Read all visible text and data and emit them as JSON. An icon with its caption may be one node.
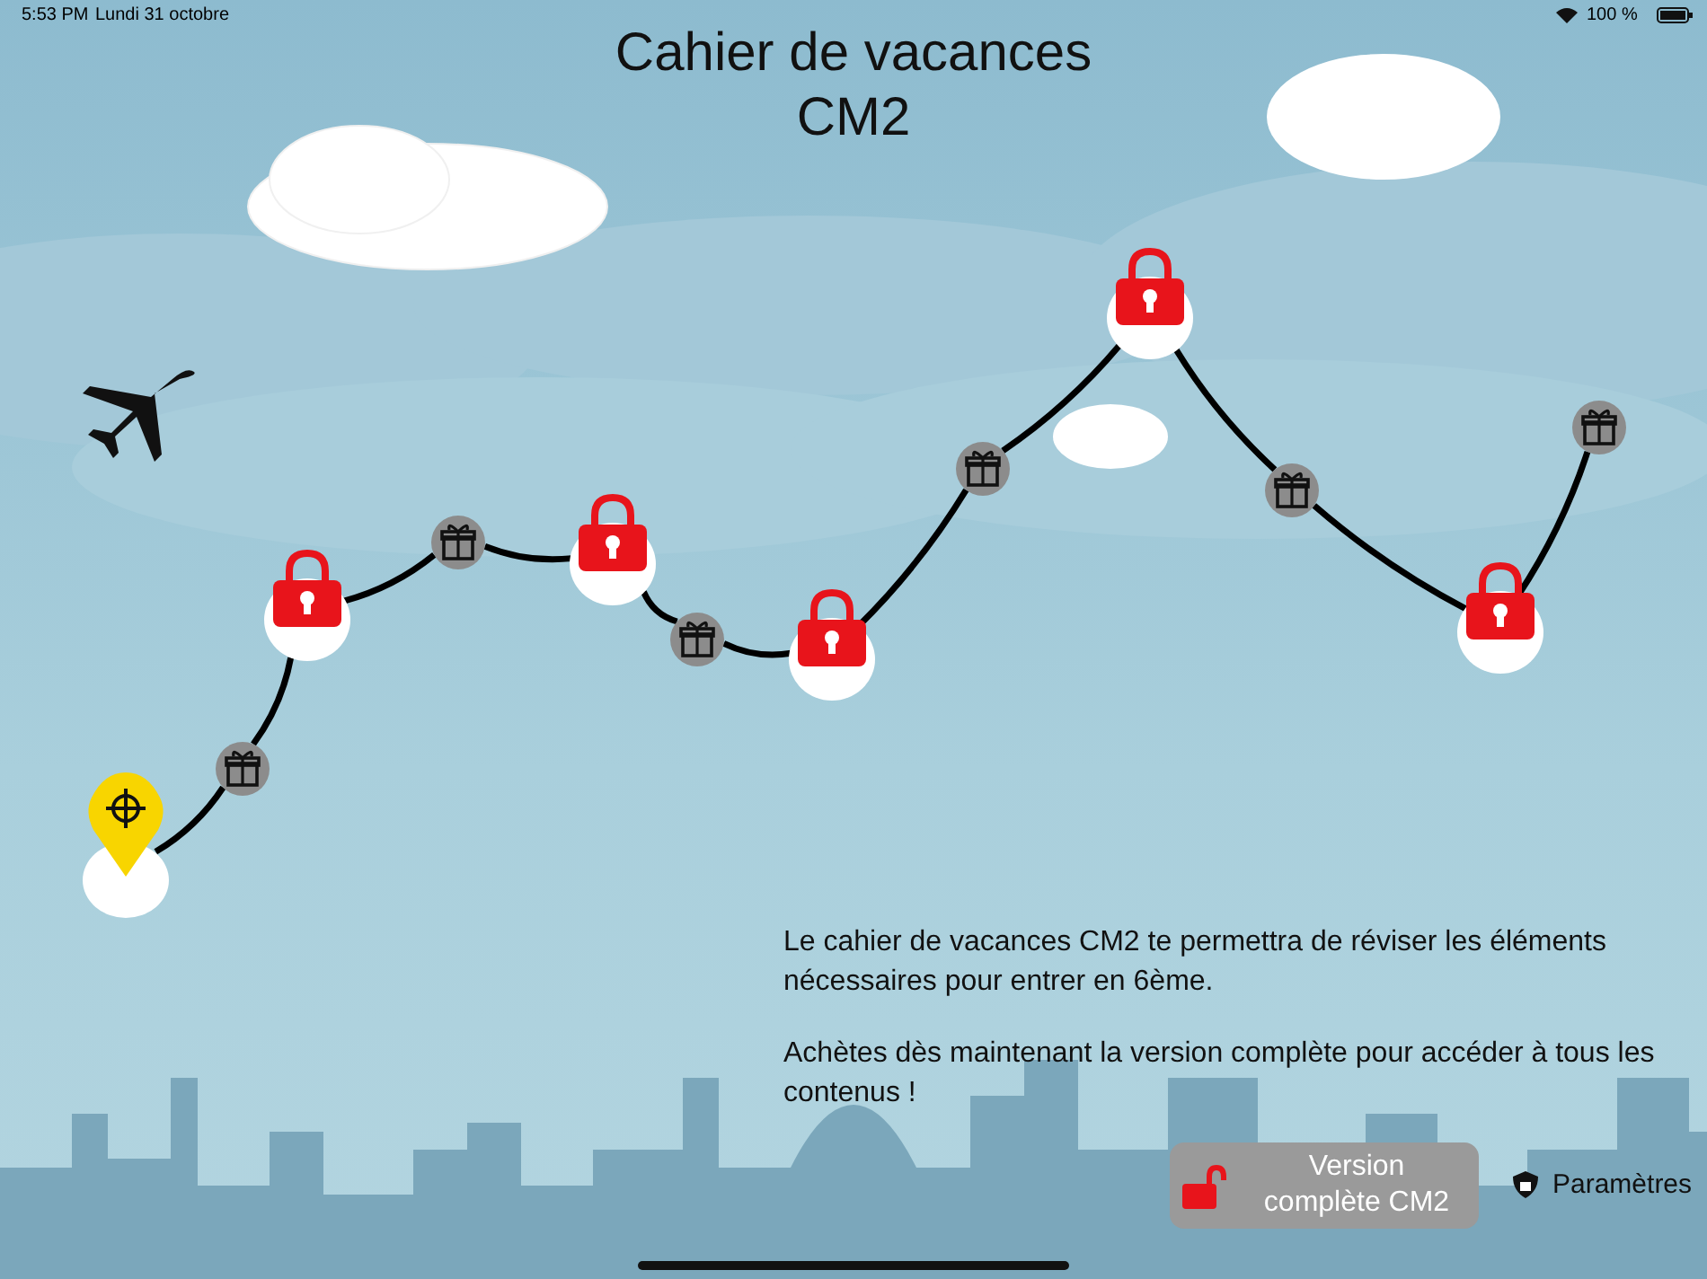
{
  "diagram": {
    "title": "Cahier de vacances CM2",
    "nodes": [
      {
        "text": [],
        "shape": "picture"
      },
      {
        "text": [],
        "shape": "circle"
      },
      {
        "text": [],
        "shape": "circle"
      },
      {
        "text": [],
        "shape": "circle"
      },
      {
        "text": [],
        "shape": "circle"
      },
      {
        "text": [],
        "shape": "circle"
      },
      {
        "text": [],
        "shape": "circle"
      },
      {
        "text": [],
        "shape": "circle"
      },
      {
        "text": [],
        "shape": "circle"
      },
      {
        "text": [],
        "shape": "circle"
      },
      {
        "text": [],
        "shape": "circle"
      },
      {
        "text": [],
        "shape": "circle"
      }
    ],
    "edges": [
      {
        "from": 0,
        "to": 1,
        "arrow": "none"
      },
      {
        "from": 1,
        "to": 2,
        "arrow": "none"
      },
      {
        "from": 2,
        "to": 3,
        "arrow": "none"
      },
      {
        "from": 3,
        "to": 4,
        "arrow": "none"
      },
      {
        "from": 4,
        "to": 5,
        "arrow": "none"
      },
      {
        "from": 5,
        "to": 6,
        "arrow": "none"
      },
      {
        "from": 6,
        "to": 7,
        "arrow": "none"
      },
      {
        "from": 7,
        "to": 8,
        "arrow": "none"
      },
      {
        "from": 8,
        "to": 9,
        "arrow": "none"
      },
      {
        "from": 9,
        "to": 10,
        "arrow": "none"
      },
      {
        "from": 10,
        "to": 11,
        "arrow": "none"
      }
    ],
    "labels": [
      "5:53 PM",
      "Lundi 31 octobre",
      "100 %",
      "Le cahier de vacances CM2 te permettra de réviser les éléments nécessaires pour entrer en 6ème.",
      "Achètes dès maintenant la version complète pour accéder à tous les contenus !",
      "Version complète CM2",
      "Paramètres"
    ]
  }
}
